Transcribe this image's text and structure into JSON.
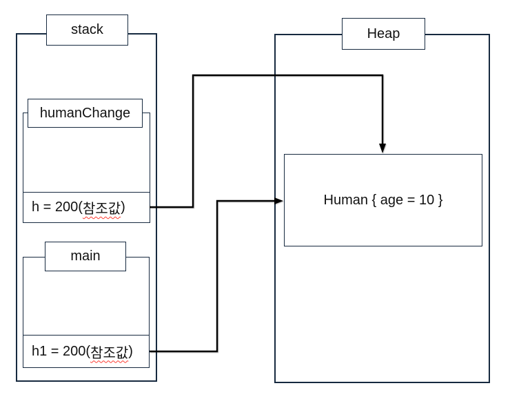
{
  "colors": {
    "border": "#16293f",
    "arrow": "#000000",
    "squiggle": "#ff3b30",
    "text": "#111111",
    "bg": "#ffffff"
  },
  "stack": {
    "title": "stack",
    "frames": [
      {
        "label": "humanChange",
        "value": {
          "prefix": "h = 200(",
          "ref": "참조값",
          "suffix": ")"
        }
      },
      {
        "label": "main",
        "value": {
          "prefix": "h1 = 200(",
          "ref": "참조값",
          "suffix": ")"
        }
      }
    ]
  },
  "heap": {
    "title": "Heap",
    "object_label": "Human { age = 10 }"
  }
}
